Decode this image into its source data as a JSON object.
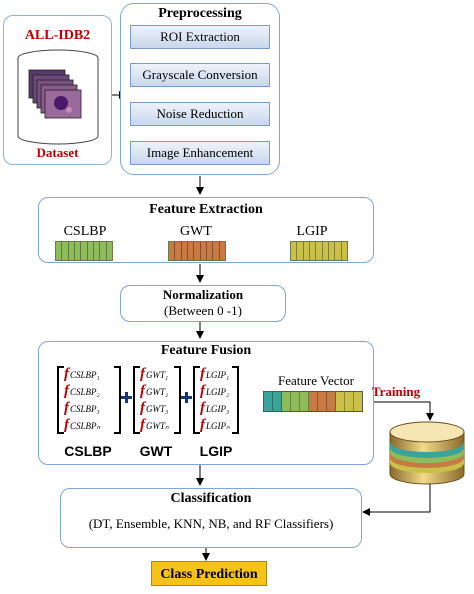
{
  "dataset": {
    "title": "ALL-IDB2",
    "label": "Dataset"
  },
  "preprocessing": {
    "title": "Preprocessing",
    "steps": [
      "ROI Extraction",
      "Grayscale Conversion",
      "Noise Reduction",
      "Image Enhancement"
    ]
  },
  "feature_extraction": {
    "title": "Feature Extraction",
    "features": [
      "CSLBP",
      "GWT",
      "LGIP"
    ]
  },
  "normalization": {
    "title": "Normalization",
    "range": "(Between 0 -1)"
  },
  "feature_fusion": {
    "title": "Feature Fusion",
    "matrices": [
      {
        "name": "CSLBP",
        "rows": [
          "CSLBP₁",
          "CSLBP₂",
          "CSLBP₃",
          "CSLBPₙ"
        ]
      },
      {
        "name": "GWT",
        "rows": [
          "GWT₁",
          "GWT₂",
          "GWT₃",
          "GWTₙ"
        ]
      },
      {
        "name": "LGIP",
        "rows": [
          "LGIP₁",
          "LGIP₂",
          "LGIP₃",
          "LGIPₙ"
        ]
      }
    ],
    "func_symbol": "f",
    "vector_label": "Feature Vector",
    "training_label": "Training"
  },
  "classification": {
    "title": "Classification",
    "classifiers": "(DT, Ensemble, KNN, NB, and RF Classifiers)"
  },
  "output": {
    "label": "Class Prediction"
  },
  "colors": {
    "accent_red": "#c00000",
    "box_border": "#7fa6d6",
    "cslbp": "#8fbc5a",
    "gwt": "#c77a43",
    "lgip": "#c9c04a",
    "teal": "#3aa39a",
    "output_fill": "#f5c21a"
  }
}
